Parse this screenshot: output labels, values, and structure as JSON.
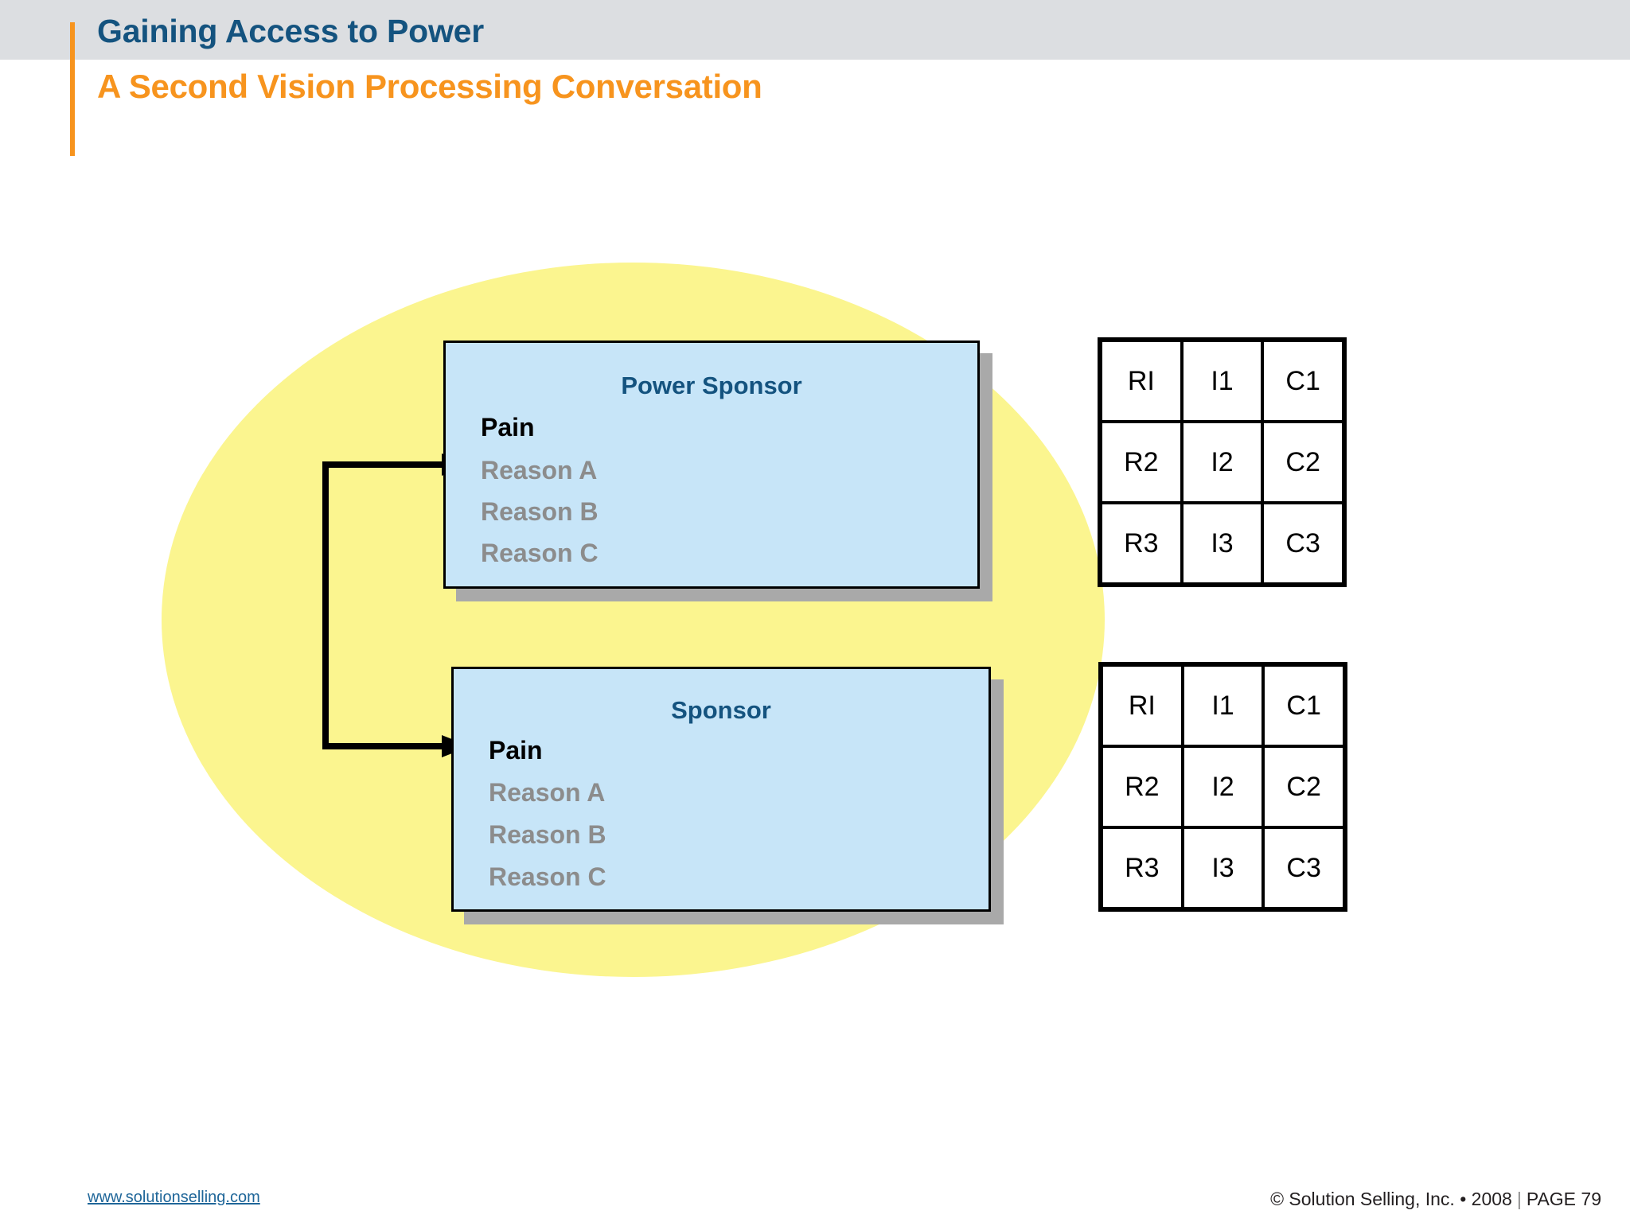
{
  "header": {
    "title": "Gaining Access to Power",
    "subtitle": "A Second Vision Processing Conversation",
    "title_color": "#14537f",
    "subtitle_color": "#f7941e",
    "band_color": "#dcdee1",
    "accent_color": "#f7941e"
  },
  "diagram": {
    "highlight_color": "#fbf58f",
    "box_fill": "#c7e5f8",
    "box_border": "#000000",
    "shadow_color": "#a9a9a9",
    "personas": [
      {
        "title": "Power Sponsor",
        "pain": "Pain",
        "reasons": [
          "Reason A",
          "Reason B",
          "Reason C"
        ]
      },
      {
        "title": "Sponsor",
        "pain": "Pain",
        "reasons": [
          "Reason A",
          "Reason B",
          "Reason C"
        ]
      }
    ],
    "grids": [
      {
        "rows": [
          [
            "RI",
            "I1",
            "C1"
          ],
          [
            "R2",
            "I2",
            "C2"
          ],
          [
            "R3",
            "I3",
            "C3"
          ]
        ]
      },
      {
        "rows": [
          [
            "RI",
            "I1",
            "C1"
          ],
          [
            "R2",
            "I2",
            "C2"
          ],
          [
            "R3",
            "I3",
            "C3"
          ]
        ]
      }
    ],
    "connector": {
      "name": "branching-arrow",
      "arrow_color": "#000000",
      "targets": [
        "Power Sponsor",
        "Sponsor"
      ]
    }
  },
  "footer": {
    "link": "www.solutionselling.com",
    "copyright": "© Solution Selling, Inc. • 2008",
    "page_label": "PAGE 79"
  }
}
